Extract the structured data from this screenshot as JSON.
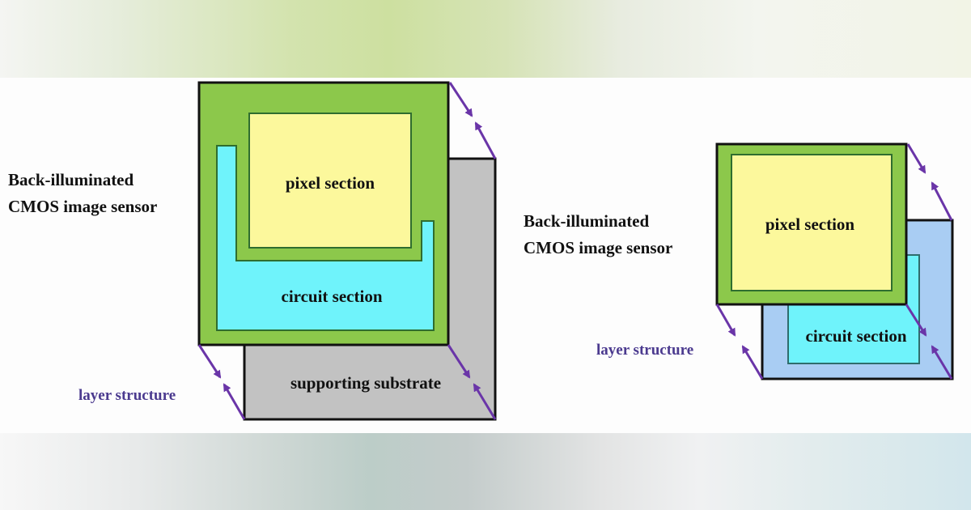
{
  "colors": {
    "frame_green": "#8cc84b",
    "pixel_yellow": "#fcf89c",
    "circuit_cyan": "#6ff3fb",
    "substrate_gray": "#c2c2c2",
    "back_blue": "#a9cdf3",
    "arrow_purple": "#6a35a8",
    "label_purple": "#4b3a8f",
    "outline": "#111111"
  },
  "left_diagram": {
    "title_line1": "Back-illuminated",
    "title_line2": "CMOS image sensor",
    "pixel_label": "pixel section",
    "circuit_label": "circuit section",
    "substrate_label": "supporting substrate",
    "layer_label": "layer structure"
  },
  "right_diagram": {
    "title_line1": "Back-illuminated",
    "title_line2": "CMOS image sensor",
    "pixel_label": "pixel section",
    "circuit_label": "circuit section",
    "layer_label": "layer structure"
  }
}
